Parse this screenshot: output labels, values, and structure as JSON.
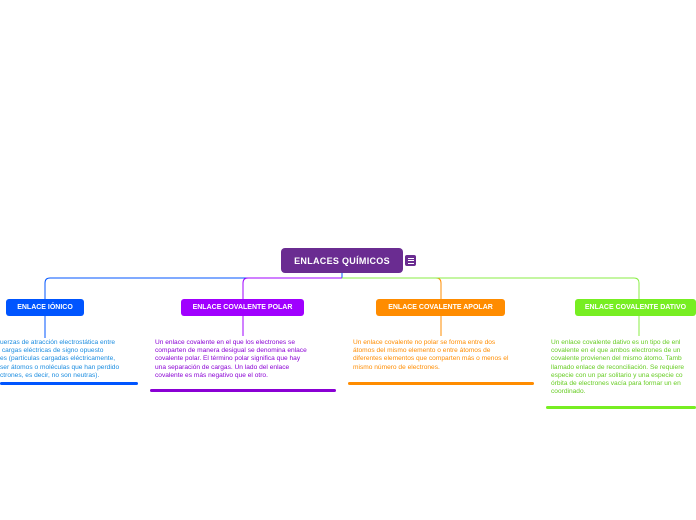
{
  "root": {
    "title": "ENLACES QUÍMICOS",
    "color": "#6a2c91",
    "icon": "notes-icon"
  },
  "branches": [
    {
      "id": "ionico",
      "label": "ENLACE IÓNICO",
      "color": "#0055ff",
      "text_color": "#1a8ce0",
      "description": "uerzas de atracción electrostática entre\n cargas eléctricas de signo opuesto\nes (partículas cargadas eléctricamente,\nser átomos o moléculas que han perdido\nctrones, es decir, no son neutras)."
    },
    {
      "id": "polar",
      "label": "ENLACE COVALENTE POLAR",
      "color": "#a000ff",
      "text_color": "#8a00d4",
      "description": "Un enlace covalente en el que los electrones se\ncomparten de manera desigual se denomina enlace\ncovalente polar. El término polar significa que hay\nuna separación de cargas. Un lado del enlace\ncovalente es más negativo que el otro."
    },
    {
      "id": "apolar",
      "label": "ENLACE COVALENTE APOLAR",
      "color": "#ff8c00",
      "text_color": "#ff8c00",
      "description": "Un enlace covalente no polar se forma entre dos\nátomos del mismo elemento o entre átomos de\ndiferentes elementos que comparten más o menos el\nmismo número de electrones."
    },
    {
      "id": "dativo",
      "label": "ENLACE COVALENTE DATIVO",
      "color": "#77ee22",
      "text_color": "#66cc22",
      "description": "Un enlace covalente dativo es un tipo de enl\ncovalente en el que ambos electrones de un\ncovalente provienen del mismo átomo. Tamb\nllamado enlace de reconciliación. Se requiere\nespecie con un par solitario y una especie co\nórbita de electrones vacía para formar un en\ncoordinado."
    }
  ]
}
